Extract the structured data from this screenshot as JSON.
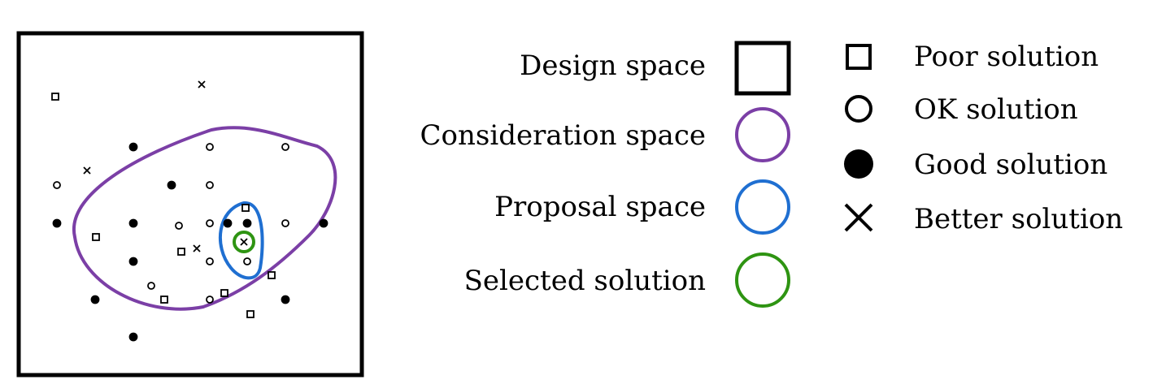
{
  "legend_spaces": [
    {
      "label": "Design space",
      "color": "#000000"
    },
    {
      "label": "Consideration space",
      "color": "#7b3fa6"
    },
    {
      "label": "Proposal space",
      "color": "#1f6fd1"
    },
    {
      "label": "Selected solution",
      "color": "#2e9412"
    }
  ],
  "legend_markers": [
    {
      "label": "Poor solution",
      "marker": "square-icon"
    },
    {
      "label": "OK solution",
      "marker": "open-circle-icon"
    },
    {
      "label": "Good solution",
      "marker": "filled-circle-icon"
    },
    {
      "label": "Better solution",
      "marker": "cross-icon"
    }
  ]
}
